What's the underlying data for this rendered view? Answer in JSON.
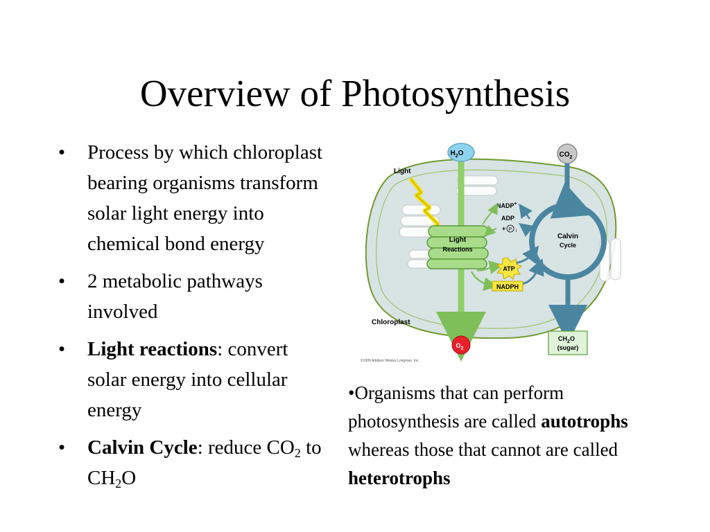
{
  "title": "Overview of Photosynthesis",
  "bullets": [
    {
      "text": "Process by which chloroplast bearing organisms transform solar light energy into chemical bond energy"
    },
    {
      "text": "2 metabolic pathways involved"
    },
    {
      "bold": "Light reactions",
      "rest": ": convert solar energy into cellular energy"
    },
    {
      "bold": "Calvin Cycle",
      "rest": ": reduce ",
      "co": "CO",
      "co_sub": "2",
      "to": " to CH",
      "ch_sub": "2",
      "ch_end": "O"
    }
  ],
  "bullet_glyph": "•",
  "note": {
    "prefix": "•Organisms that can perform photosynthesis are called ",
    "bold1": "autotrophs",
    "middle": " whereas those that cannot are called ",
    "bold2": "heterotrophs"
  },
  "diagram": {
    "h2o": "H",
    "h2o_sub": "2",
    "h2o_end": "O",
    "co2": "CO",
    "co2_sub": "2",
    "light": "Light",
    "light_reactions_1": "Light",
    "light_reactions_2": "Reactions",
    "calvin_1": "Calvin",
    "calvin_2": "Cycle",
    "nadp": "NADP",
    "nadp_sup": "+",
    "adp": "ADP",
    "plus_pi": "+",
    "pi": "P",
    "pi_sub": "i",
    "atp": "ATP",
    "nadph": "NADPH",
    "chloroplast": "Chloroplast",
    "o2": "O",
    "o2_sub": "2",
    "ch2o": "CH",
    "ch2o_sub": "2",
    "ch2o_end": "O",
    "sugar": "(sugar)",
    "copyright": "©1999 Addison Wesley Longman, Inc.",
    "colors": {
      "chloroplast_fill": "#d8e3e4",
      "outline": "#6e9b2e",
      "h2o_blue": "#8ed3ee",
      "arrow_green": "#8fcf6a",
      "calvin_blue": "#4a86a0",
      "atp_yellow": "#f5e640",
      "o2_red": "#e8202a",
      "co2_gray": "#c8c8c8",
      "sugar_box": "#dff3d8"
    }
  }
}
